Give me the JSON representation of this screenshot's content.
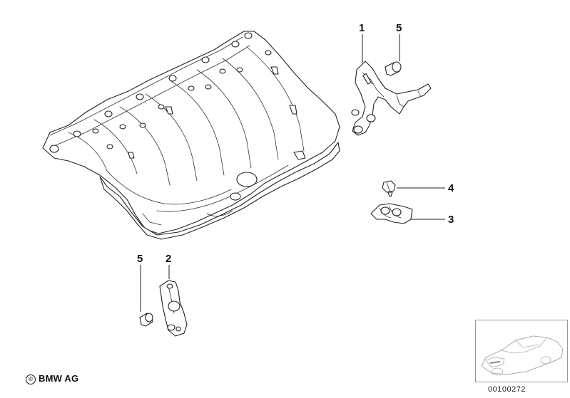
{
  "callouts": {
    "c1": "1",
    "c2": "2",
    "c3": "3",
    "c4": "4",
    "c5_top": "5",
    "c5_bottom": "5"
  },
  "footer": {
    "copyright": "BMW AG",
    "copyright_symbol": "©",
    "document_number": "00100272"
  }
}
